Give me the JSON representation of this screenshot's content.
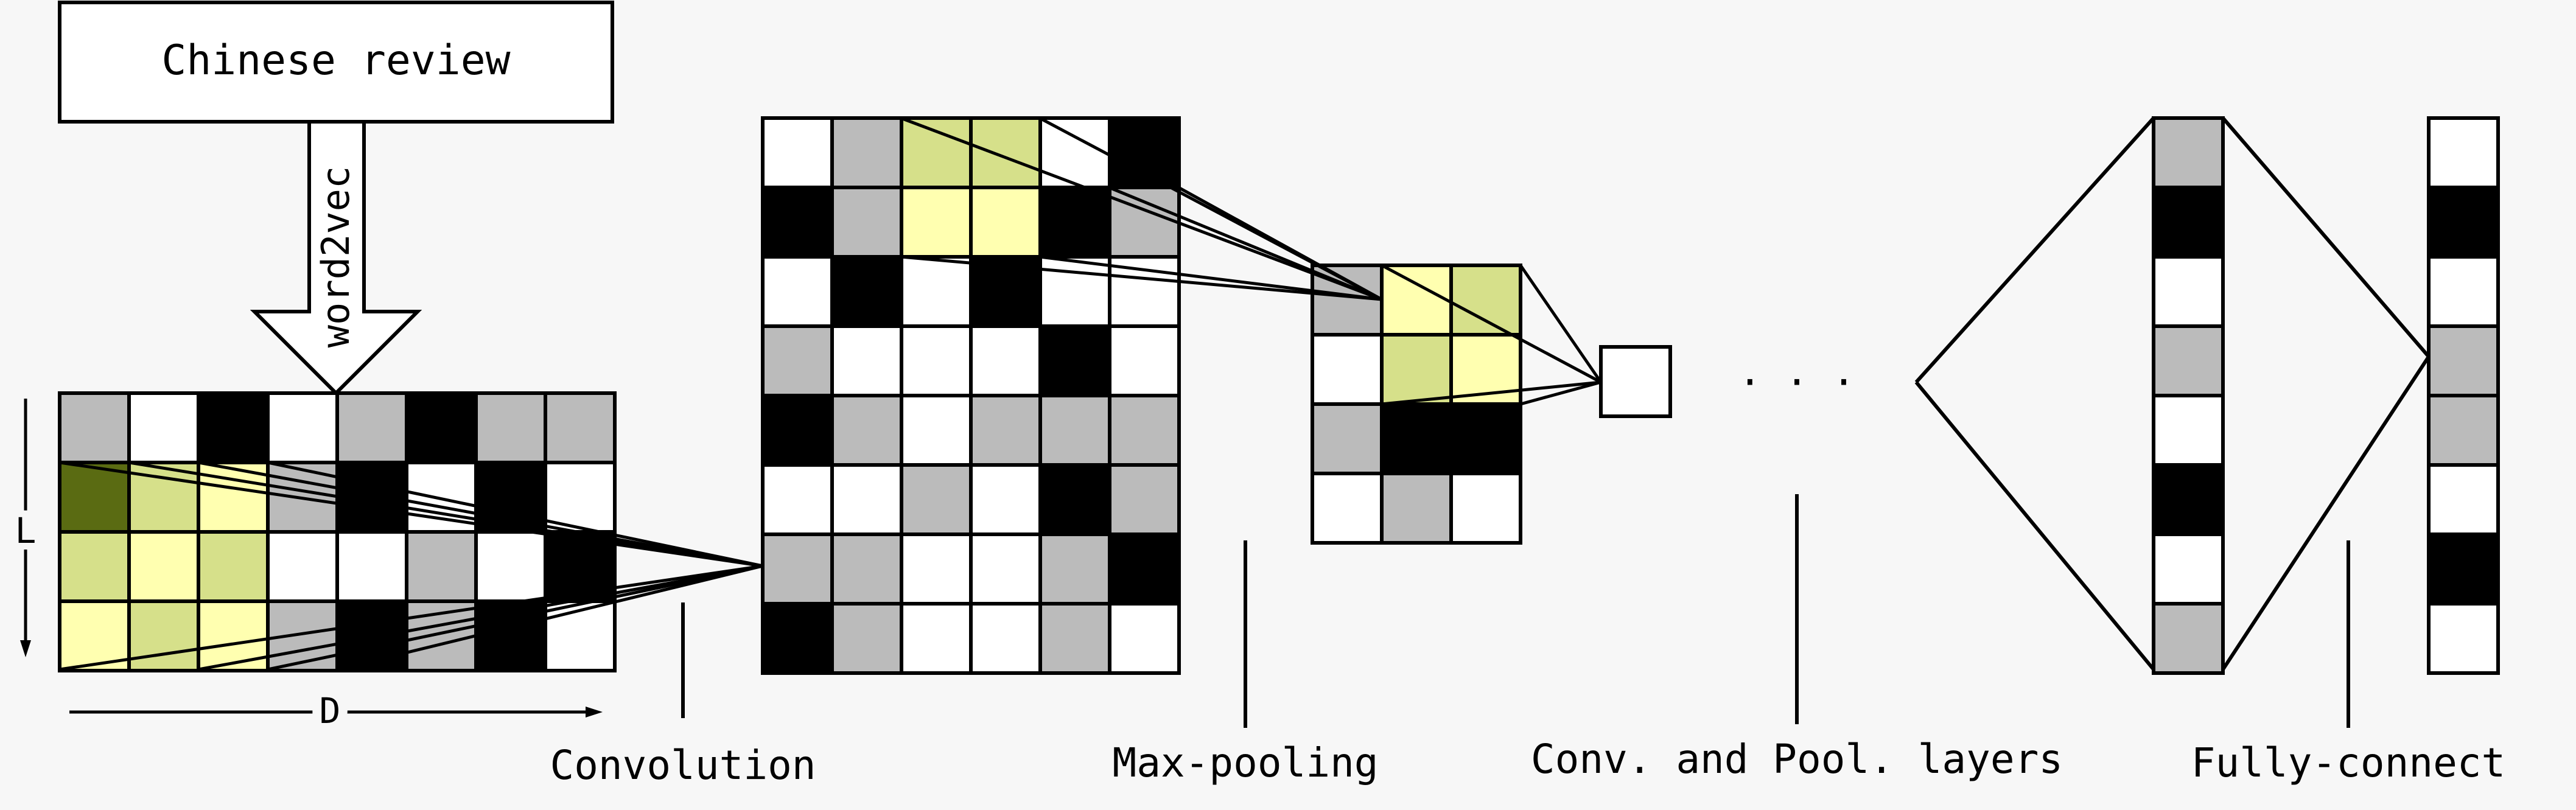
{
  "title_box": "Chinese review",
  "arrow_label": "word2vec",
  "axis_labels": {
    "rows": "L",
    "cols": "D"
  },
  "ellipsis": "· · ·",
  "captions": {
    "convolution": "Convolution",
    "max_pooling": "Max-pooling",
    "layers": "Conv. and Pool. layers",
    "fully_connect": "Fully-connect"
  },
  "colors": {
    "background": "#f7f7f7",
    "white": "#ffffff",
    "gray": "#bbbbbb",
    "black": "#000000",
    "light_yellow": "#ffffb0",
    "light_olive": "#d6e08a",
    "dark_olive": "#5a6b12"
  },
  "grids": {
    "input": [
      [
        "gray",
        "white",
        "black",
        "white",
        "gray",
        "black",
        "gray",
        "gray"
      ],
      [
        "dark_olive",
        "light_olive",
        "light_yellow",
        "gray",
        "black",
        "white",
        "black",
        "white"
      ],
      [
        "light_olive",
        "light_yellow",
        "light_olive",
        "white",
        "white",
        "gray",
        "white",
        "black"
      ],
      [
        "light_yellow",
        "light_olive",
        "light_yellow",
        "gray",
        "black",
        "gray",
        "black",
        "white"
      ]
    ],
    "feature_map": [
      [
        "white",
        "gray",
        "light_olive",
        "light_olive",
        "white",
        "black"
      ],
      [
        "black",
        "gray",
        "light_yellow",
        "light_yellow",
        "black",
        "gray"
      ],
      [
        "white",
        "black",
        "white",
        "black",
        "white",
        "white"
      ],
      [
        "gray",
        "white",
        "white",
        "white",
        "black",
        "white"
      ],
      [
        "black",
        "gray",
        "white",
        "gray",
        "gray",
        "gray"
      ],
      [
        "white",
        "white",
        "gray",
        "white",
        "black",
        "gray"
      ],
      [
        "gray",
        "gray",
        "white",
        "white",
        "gray",
        "black"
      ],
      [
        "black",
        "gray",
        "white",
        "white",
        "gray",
        "white"
      ]
    ],
    "pooled": [
      [
        "gray",
        "light_yellow",
        "light_olive"
      ],
      [
        "white",
        "light_olive",
        "light_yellow"
      ],
      [
        "gray",
        "black",
        "black"
      ],
      [
        "white",
        "gray",
        "white"
      ]
    ],
    "hidden_vector": [
      "gray",
      "black",
      "white",
      "gray",
      "white",
      "black",
      "white",
      "gray"
    ],
    "output_vector": [
      "white",
      "black",
      "white",
      "gray",
      "gray",
      "white",
      "black",
      "white"
    ]
  }
}
